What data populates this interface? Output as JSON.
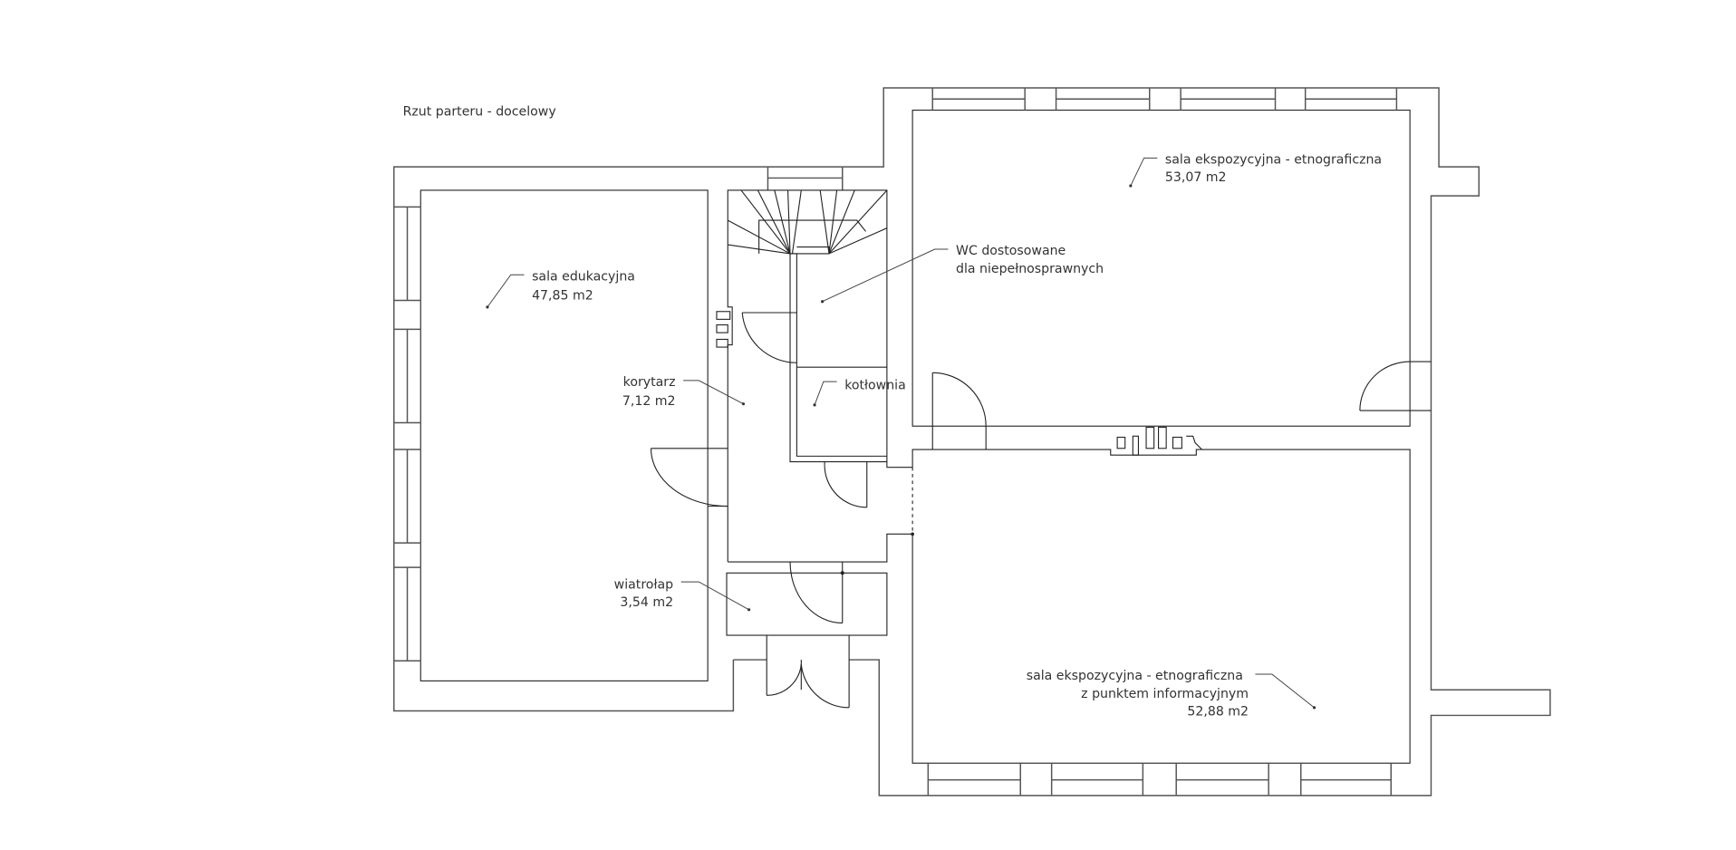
{
  "title": "Rzut parteru - docelowy",
  "rooms": {
    "sala_edukacyjna": {
      "name": "sala edukacyjna",
      "area": "47,85 m2"
    },
    "korytarz": {
      "name": "korytarz",
      "area": "7,12 m2"
    },
    "wiatrolap": {
      "name": "wiatrołap",
      "area": "3,54 m2"
    },
    "wc": {
      "name": "WC dostosowane",
      "name2": "dla niepełnosprawnych"
    },
    "kotlownia": {
      "name": "kotłownia"
    },
    "sala_ekspo_1": {
      "name": "sala ekspozycyjna - etnograficzna",
      "area": "53,07 m2"
    },
    "sala_ekspo_2": {
      "name": "sala ekspozycyjna - etnograficzna",
      "name2": "z punktem informacyjnym",
      "area": "52,88 m2"
    }
  }
}
